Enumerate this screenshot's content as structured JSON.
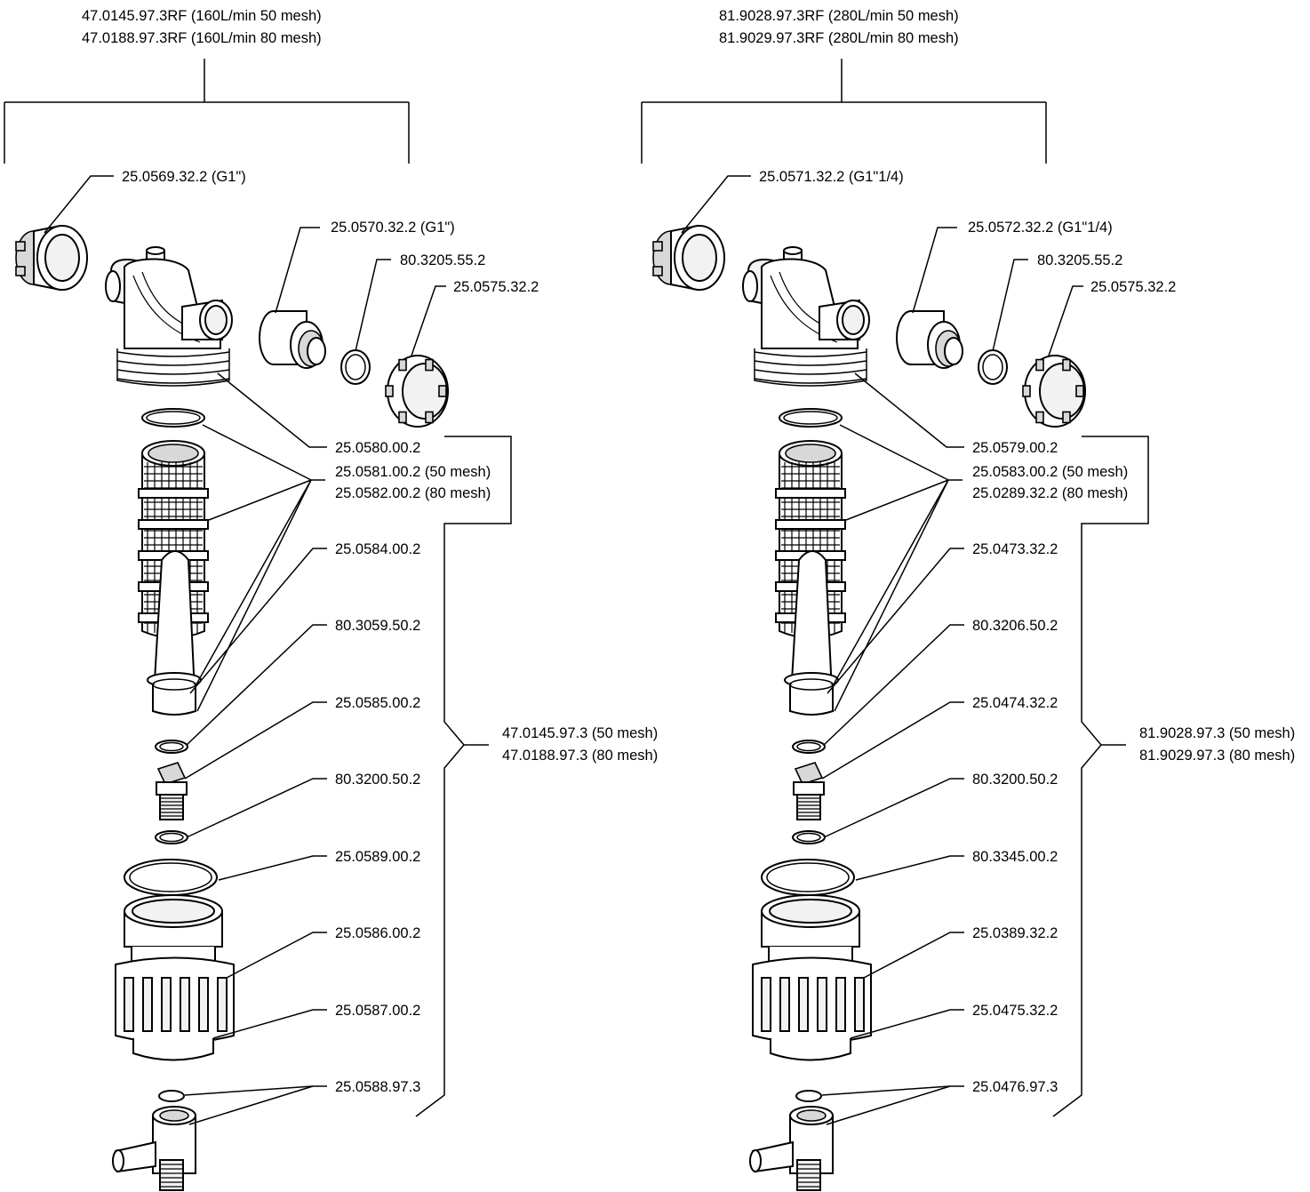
{
  "panels": [
    {
      "assembly_labels": [
        "47.0145.97.3RF (160L/min 50 mesh)",
        "47.0188.97.3RF (160L/min 80 mesh)"
      ],
      "part_labels": {
        "coupling_left": "25.0569.32.2 (G1\")",
        "coupling_right": "25.0570.32.2 (G1\")",
        "oring_small": "80.3205.55.2",
        "ring_nut": "25.0575.32.2",
        "body_oring": "25.0580.00.2",
        "screen_a": "25.0581.00.2 (50 mesh)",
        "screen_b": "25.0582.00.2 (80 mesh)",
        "center_tube": "25.0584.00.2",
        "oring_1": "80.3059.50.2",
        "drain_valve": "25.0585.00.2",
        "oring_2": "80.3200.50.2",
        "bowl_seal": "25.0589.00.2",
        "bowl": "25.0586.00.2",
        "bowl_nut": "25.0587.00.2",
        "drain_tap": "25.0588.97.3"
      },
      "sub_assembly_labels": [
        "47.0145.97.3 (50 mesh)",
        "47.0188.97.3 (80 mesh)"
      ]
    },
    {
      "assembly_labels": [
        "81.9028.97.3RF (280L/min 50 mesh)",
        "81.9029.97.3RF (280L/min 80 mesh)"
      ],
      "part_labels": {
        "coupling_left": "25.0571.32.2 (G1\"1/4)",
        "coupling_right": "25.0572.32.2 (G1\"1/4)",
        "oring_small": "80.3205.55.2",
        "ring_nut": "25.0575.32.2",
        "body_oring": "25.0579.00.2",
        "screen_a": "25.0583.00.2 (50 mesh)",
        "screen_b": "25.0289.32.2 (80 mesh)",
        "center_tube": "25.0473.32.2",
        "oring_1": "80.3206.50.2",
        "drain_valve": "25.0474.32.2",
        "oring_2": "80.3200.50.2",
        "bowl_seal": "80.3345.00.2",
        "bowl": "25.0389.32.2",
        "bowl_nut": "25.0475.32.2",
        "drain_tap": "25.0476.97.3"
      },
      "sub_assembly_labels": [
        "81.9028.97.3 (50 mesh)",
        "81.9029.97.3 (80 mesh)"
      ]
    }
  ]
}
